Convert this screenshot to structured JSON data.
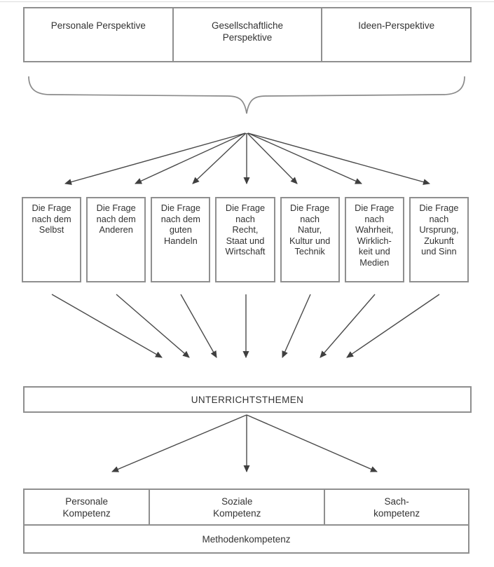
{
  "colors": {
    "border": "#8f8f8f",
    "text": "#333333",
    "arrow": "#4a4a4a",
    "background": "#ffffff"
  },
  "perspectives": {
    "items": [
      {
        "label": "Personale Perspektive"
      },
      {
        "label": "Gesellschaftliche\nPerspektive"
      },
      {
        "label": "Ideen-Perspektive"
      }
    ]
  },
  "questions": {
    "items": [
      {
        "label": "Die Frage\nnach dem\nSelbst"
      },
      {
        "label": "Die Frage\nnach dem\nAnderen"
      },
      {
        "label": "Die Frage\nnach dem\nguten\nHandeln"
      },
      {
        "label": "Die Frage\nnach\nRecht,\nStaat und\nWirtschaft"
      },
      {
        "label": "Die Frage\nnach\nNatur,\nKultur und\nTechnik"
      },
      {
        "label": "Die Frage\nnach\nWahrheit,\nWirklich-\nkeit und\nMedien"
      },
      {
        "label": "Die Frage\nnach\nUrsprung,\nZukunft\nund Sinn"
      }
    ]
  },
  "themes_box": {
    "label": "UNTERRICHTSTHEMEN"
  },
  "competences": {
    "items": [
      {
        "label": "Personale\nKompetenz"
      },
      {
        "label": "Soziale\nKompetenz"
      },
      {
        "label": "Sach-\nkompetenz"
      }
    ]
  },
  "method_box": {
    "label": "Methodenkompetenz"
  }
}
